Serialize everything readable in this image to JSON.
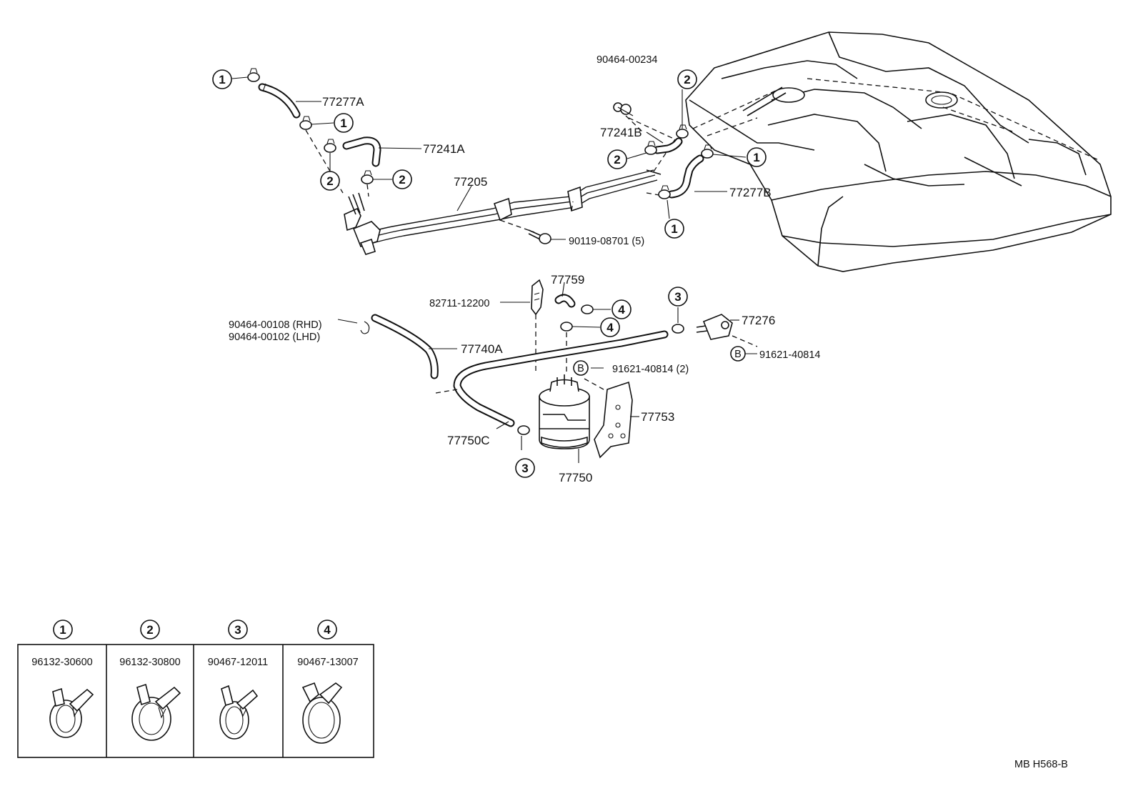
{
  "parts": {
    "hose_77277A": "77277A",
    "hose_77241A": "77241A",
    "pipe_77205": "77205",
    "clamp_90464_00234": "90464-00234",
    "hose_77241B": "77241B",
    "hose_77277B": "77277B",
    "bolt_90119": "90119-08701 (5)",
    "hose_77759": "77759",
    "clip_82711": "82711-12200",
    "clip_rhd": "90464-00108 (RHD)",
    "clip_lhd": "90464-00102 (LHD)",
    "hose_77740A": "77740A",
    "bolt_91621_2": "91621-40814 (2)",
    "bolt_91621": "91621-40814",
    "valve_77276": "77276",
    "bracket_77753": "77753",
    "hose_77750C": "77750C",
    "canister_77750": "77750",
    "letter_b": "B"
  },
  "callouts": {
    "c1": "1",
    "c2": "2",
    "c3": "3",
    "c4": "4"
  },
  "legend": {
    "items": [
      {
        "num": "1",
        "part": "96132-30600"
      },
      {
        "num": "2",
        "part": "96132-30800"
      },
      {
        "num": "3",
        "part": "90467-12011"
      },
      {
        "num": "4",
        "part": "90467-13007"
      }
    ]
  },
  "footer": {
    "code": "MB  H568-B"
  }
}
